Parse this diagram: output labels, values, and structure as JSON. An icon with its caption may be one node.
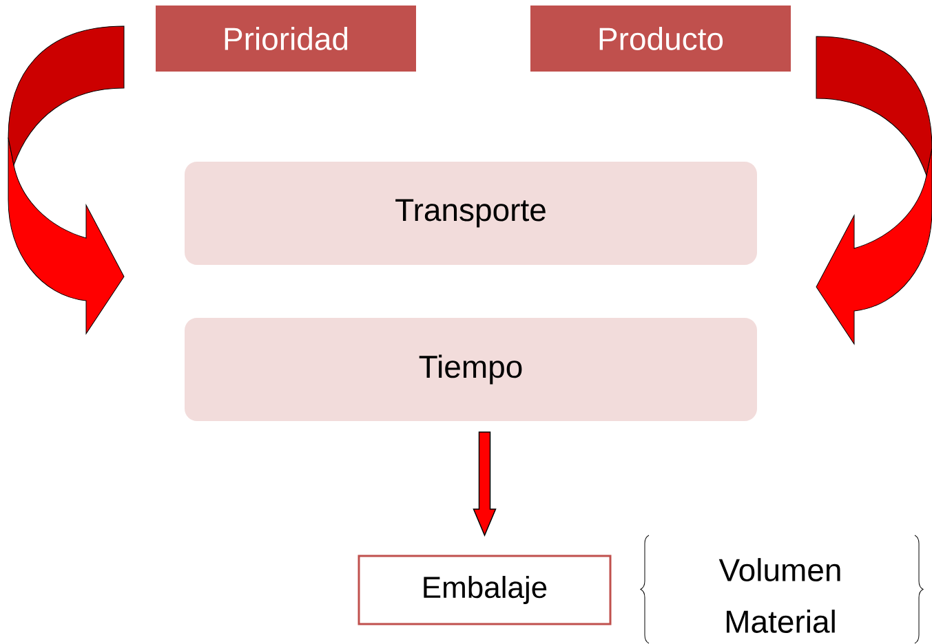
{
  "diagram": {
    "nodes": [
      {
        "text": [
          "Prioridad"
        ]
      },
      {
        "text": [
          "Producto"
        ]
      },
      {
        "text": [
          "Transporte"
        ]
      },
      {
        "text": [
          "Tiempo"
        ]
      },
      {
        "text": [
          "Embalaje"
        ]
      }
    ],
    "edges": [
      {
        "from": 3,
        "to": 4,
        "arrow": "to"
      }
    ],
    "labels": [
      "Volumen",
      "Material"
    ]
  }
}
